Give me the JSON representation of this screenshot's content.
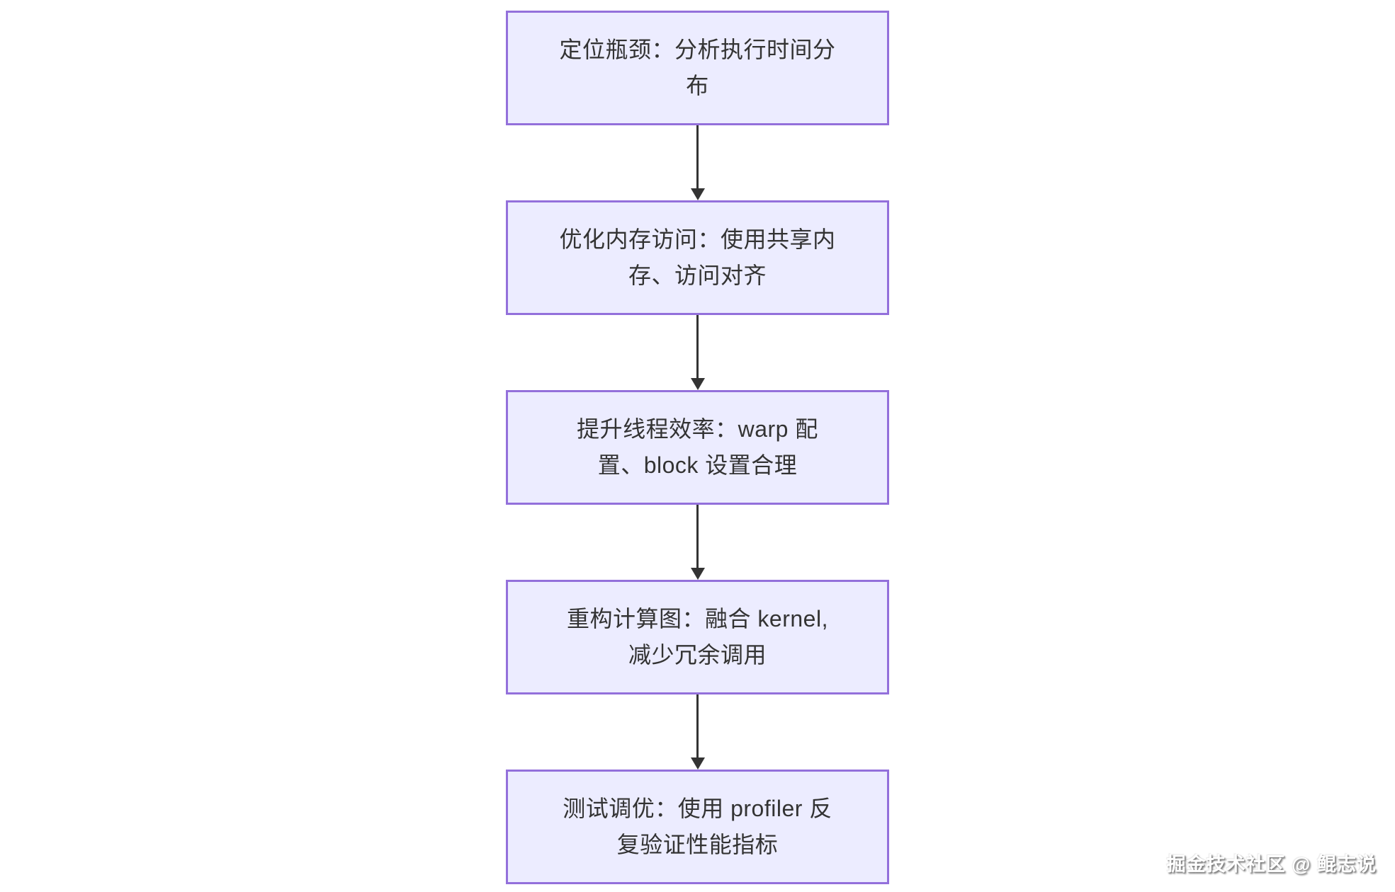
{
  "page": {
    "background_color": "#FFFFFF"
  },
  "flowchart": {
    "type": "vertical-flow",
    "direction": "top-down",
    "node_style": {
      "fill_color": "#ECECFF",
      "border_color": "#9370DB",
      "text_color": "#333333"
    },
    "arrow_color": "#333333",
    "nodes": [
      {
        "label": "定位瓶颈：分析执行时间分\n布"
      },
      {
        "label": "优化内存访问：使用共享内\n存、访问对齐"
      },
      {
        "label": "提升线程效率：warp 配\n置、block 设置合理"
      },
      {
        "label": "重构计算图：融合 kernel,\n减少冗余调用"
      },
      {
        "label": "测试调优：使用 profiler 反\n复验证性能指标"
      }
    ]
  },
  "watermark": {
    "text": "掘金技术社区 @ 鲲志说",
    "color": "#FFFFFF"
  }
}
